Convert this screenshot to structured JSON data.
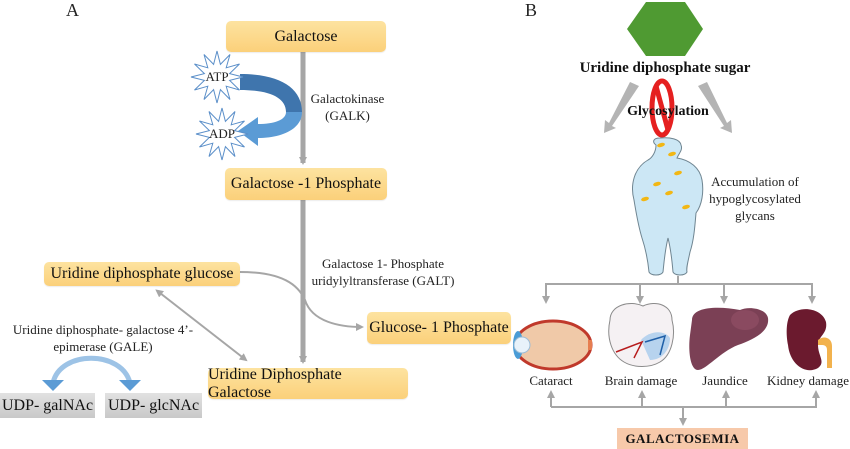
{
  "panels": {
    "a": "A",
    "b": "B"
  },
  "panel_a": {
    "nodes": {
      "galactose": "Galactose",
      "gal1p": "Galactose -1 Phosphate",
      "udp_glucose": "Uridine diphosphate glucose",
      "glc1p": "Glucose- 1 Phosphate",
      "udp_galactose": "Uridine Diphosphate Galactose",
      "udp_galnac": "UDP- galNAc",
      "udp_glcnac": "UDP- glcNAc"
    },
    "cofactors": {
      "atp": "ATP",
      "adp": "ADP"
    },
    "enzymes": {
      "galk_line1": "Galactokinase",
      "galk_line2": "(GALK)",
      "galt_line1": "Galactose 1- Phosphate",
      "galt_line2": "uridylyltransferase (GALT)",
      "gale_line1": "Uridine diphosphate- galactose 4’-",
      "gale_line2": "epimerase (GALE)"
    }
  },
  "panel_b": {
    "sugar_label": "Uridine diphosphate sugar",
    "process_label": "Glycosylation",
    "accumulation": [
      "Accumulation of",
      "hypoglycosylated",
      "glycans"
    ],
    "outcomes": [
      "Cataract",
      "Brain damage",
      "Jaundice",
      "Kidney damage"
    ],
    "disease": "GALACTOSEMIA"
  },
  "colors": {
    "node_fill": "#fbd07a",
    "arrow_gray": "#a6a6a6",
    "atp_arrow": "#3f75ad",
    "adp_arrow": "#5b9bd5",
    "hexagon": "#4f9a32",
    "no_sign": "#e52020",
    "body": "#cce7f5",
    "glycan": "#f2b714",
    "disease_box": "#f7c9aa"
  }
}
